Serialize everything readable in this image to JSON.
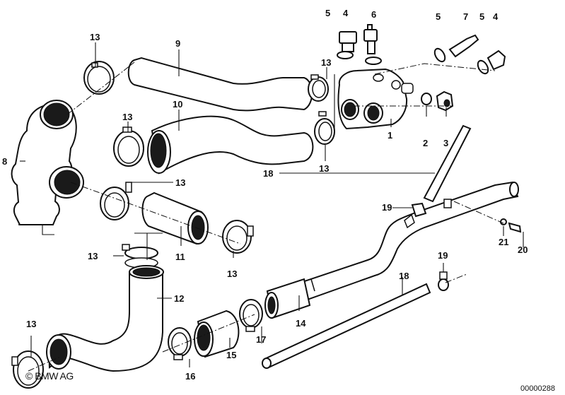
{
  "diagram": {
    "title": "Cooling system water hoses",
    "copyright": "© BMW AG",
    "diagram_id": "00000288",
    "callouts": [
      {
        "id": "c1",
        "label": "1"
      },
      {
        "id": "c2",
        "label": "2"
      },
      {
        "id": "c3",
        "label": "3"
      },
      {
        "id": "c4a",
        "label": "4"
      },
      {
        "id": "c4b",
        "label": "4"
      },
      {
        "id": "c5a",
        "label": "5"
      },
      {
        "id": "c5b",
        "label": "5"
      },
      {
        "id": "c5c",
        "label": "5"
      },
      {
        "id": "c6",
        "label": "6"
      },
      {
        "id": "c7",
        "label": "7"
      },
      {
        "id": "c8",
        "label": "8"
      },
      {
        "id": "c9",
        "label": "9"
      },
      {
        "id": "c10",
        "label": "10"
      },
      {
        "id": "c11",
        "label": "11"
      },
      {
        "id": "c12",
        "label": "12"
      },
      {
        "id": "c13a",
        "label": "13"
      },
      {
        "id": "c13b",
        "label": "13"
      },
      {
        "id": "c13c",
        "label": "13"
      },
      {
        "id": "c13d",
        "label": "13"
      },
      {
        "id": "c13e",
        "label": "13"
      },
      {
        "id": "c13f",
        "label": "13"
      },
      {
        "id": "c13g",
        "label": "13"
      },
      {
        "id": "c13h",
        "label": "13"
      },
      {
        "id": "c14",
        "label": "14"
      },
      {
        "id": "c15",
        "label": "15"
      },
      {
        "id": "c16",
        "label": "16"
      },
      {
        "id": "c17",
        "label": "17"
      },
      {
        "id": "c18a",
        "label": "18"
      },
      {
        "id": "c18b",
        "label": "18"
      },
      {
        "id": "c19a",
        "label": "19"
      },
      {
        "id": "c19b",
        "label": "19"
      },
      {
        "id": "c20",
        "label": "20"
      },
      {
        "id": "c21",
        "label": "21"
      }
    ]
  }
}
